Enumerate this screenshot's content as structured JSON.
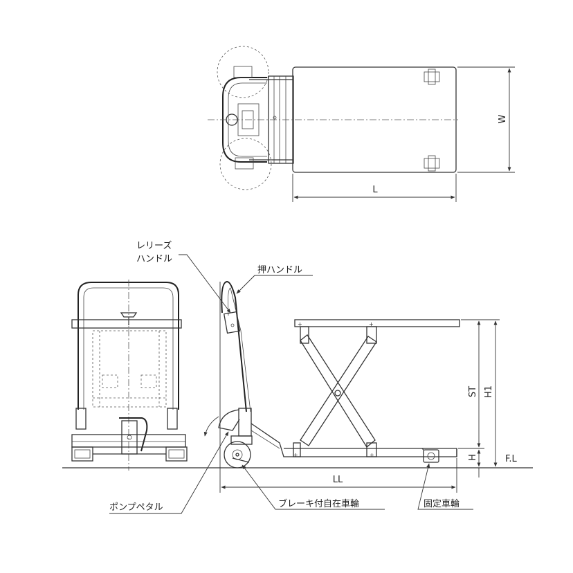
{
  "dimensions": {
    "W": "W",
    "L": "L",
    "ST": "ST",
    "H1": "H1",
    "H": "H",
    "FL": "F.L",
    "LL": "LL"
  },
  "callouts": {
    "release_handle_line1": "レリーズ",
    "release_handle_line2": "ハンドル",
    "push_handle": "押ハンドル",
    "pump_pedal": "ポンプペタル",
    "brake_caster": "ブレーキ付自在車輪",
    "fixed_wheel": "固定車輪"
  },
  "colors": {
    "line": "#333333",
    "background": "#ffffff"
  }
}
